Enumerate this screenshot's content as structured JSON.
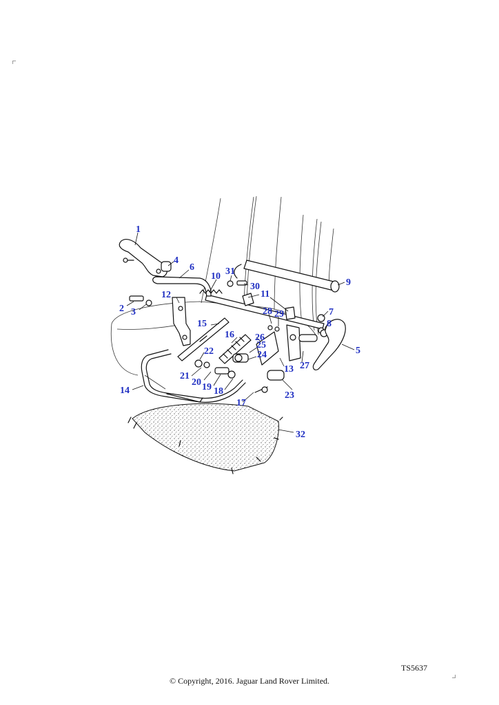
{
  "diagram": {
    "drawing_ref": "TS5637",
    "copyright": "© Copyright, 2016. Jaguar Land Rover Limited.",
    "callouts": [
      "1",
      "2",
      "3",
      "4",
      "5",
      "6",
      "7",
      "8",
      "9",
      "10",
      "11",
      "12",
      "13",
      "14",
      "15",
      "16",
      "17",
      "18",
      "19",
      "20",
      "21",
      "22",
      "23",
      "24",
      "25",
      "26",
      "27",
      "28",
      "29",
      "30",
      "31",
      "32"
    ],
    "colors": {
      "label": "#1f2fc2",
      "ink": "#111111",
      "background": "#ffffff"
    }
  }
}
